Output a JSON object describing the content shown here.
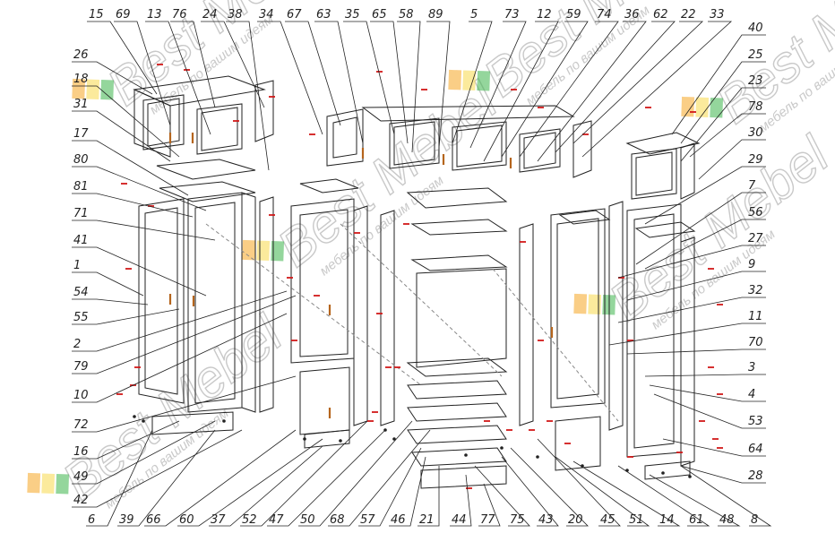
{
  "diagram": {
    "top_callouts": [
      "15",
      "69",
      "13",
      "76",
      "24",
      "38",
      "34",
      "67",
      "63",
      "35",
      "65",
      "58",
      "89",
      "5",
      "73",
      "12",
      "59",
      "74",
      "36",
      "62",
      "22",
      "33"
    ],
    "left_callouts": [
      "26",
      "18",
      "31",
      "17",
      "80",
      "81",
      "71",
      "41",
      "1",
      "54",
      "55",
      "2",
      "79",
      "10",
      "72",
      "16",
      "49",
      "42"
    ],
    "right_callouts": [
      "40",
      "25",
      "23",
      "78",
      "30",
      "29",
      "7",
      "56",
      "27",
      "9",
      "32",
      "11",
      "70",
      "3",
      "4",
      "53",
      "64",
      "28"
    ],
    "bottom_callouts": [
      "6",
      "39",
      "66",
      "60",
      "37",
      "52",
      "47",
      "50",
      "68",
      "57",
      "46",
      "21",
      "44",
      "77",
      "75",
      "43",
      "20",
      "45",
      "51",
      "14",
      "61",
      "48",
      "8"
    ]
  },
  "watermark": {
    "brand": "Best Mebel",
    "slogan": "мебель по вашим идеям",
    "colors": [
      "#f6a623",
      "#f8d84a",
      "#3cb54a"
    ]
  },
  "colors": {
    "line": "#222222",
    "accent_marks": "#d11818",
    "handles": "#b5651d"
  }
}
